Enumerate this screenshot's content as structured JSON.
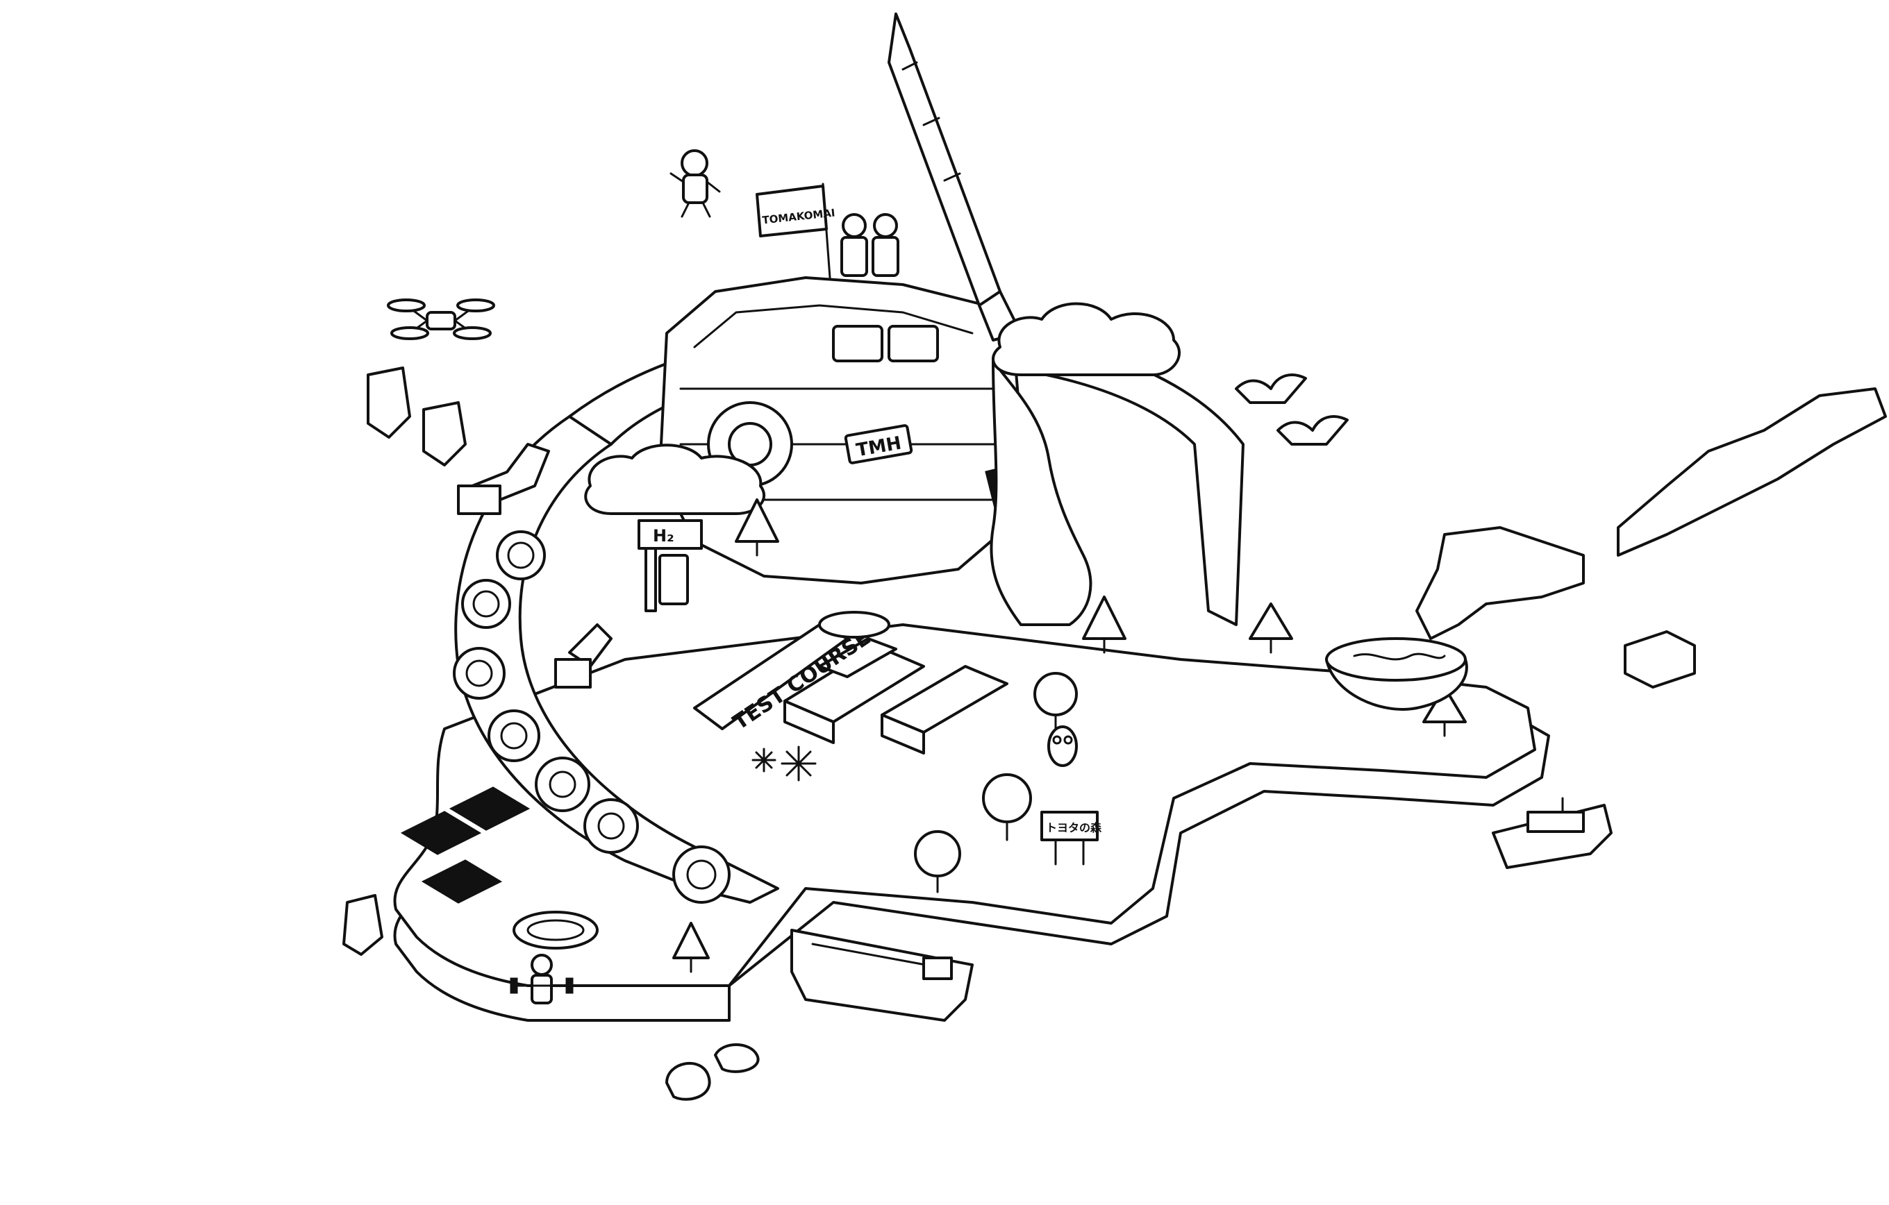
{
  "labels": {
    "flag": "TOMAKOMAI",
    "engine_plate": "TMH",
    "hydrogen_sign": "H₂",
    "course": "TEST COURSE",
    "forest_sign": "トヨタの森"
  },
  "icons": [
    "drone-icon",
    "astronaut-icon",
    "rocket-icon",
    "flag-icon",
    "engine-block-icon",
    "cloud-icon",
    "hydrogen-station-icon",
    "transmission-gear-icon",
    "robot-arm-icon",
    "solar-panel-icon",
    "running-track-icon",
    "weightlifter-icon",
    "cargo-ship-icon",
    "ferry-icon",
    "ramen-bowl-icon",
    "bird-icon",
    "tree-icon",
    "clam-icon",
    "owl-icon",
    "fireworks-icon",
    "factory-building-icon"
  ],
  "colors": {
    "ink": "#111111",
    "paper": "#ffffff"
  }
}
